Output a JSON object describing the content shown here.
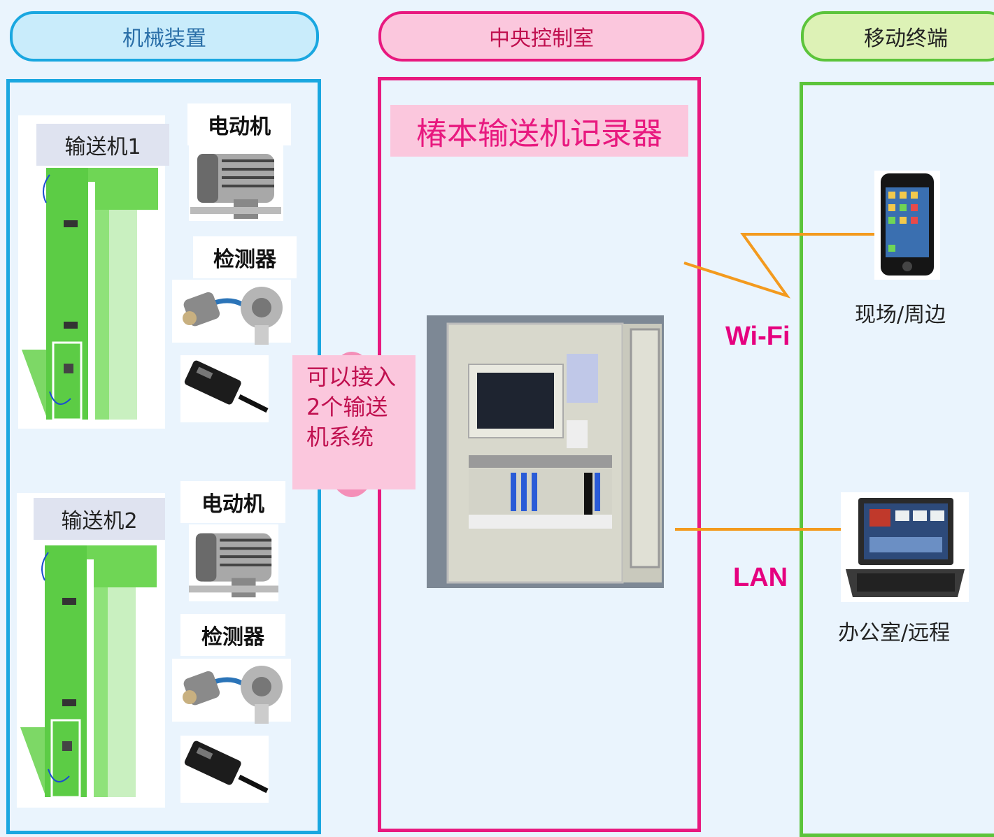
{
  "headers": {
    "machine": "机械装置",
    "control_room": "中央控制室",
    "mobile": "移动终端"
  },
  "conveyors": [
    {
      "label": "输送机1",
      "motor_label": "电动机",
      "sensor_label": "检测器"
    },
    {
      "label": "输送机2",
      "motor_label": "电动机",
      "sensor_label": "检测器"
    }
  ],
  "connect_note": "可以接入2个输送机系统",
  "recorder_title": "椿本输送机记录器",
  "network": {
    "wifi": "Wi-Fi",
    "lan": "LAN"
  },
  "devices": {
    "phone_label": "现场/周边",
    "laptop_label": "办公室/远程"
  },
  "colors": {
    "machine": "#1aa7e0",
    "control": "#e8197f",
    "mobile": "#5cc43b",
    "link": "#f39a1e"
  }
}
